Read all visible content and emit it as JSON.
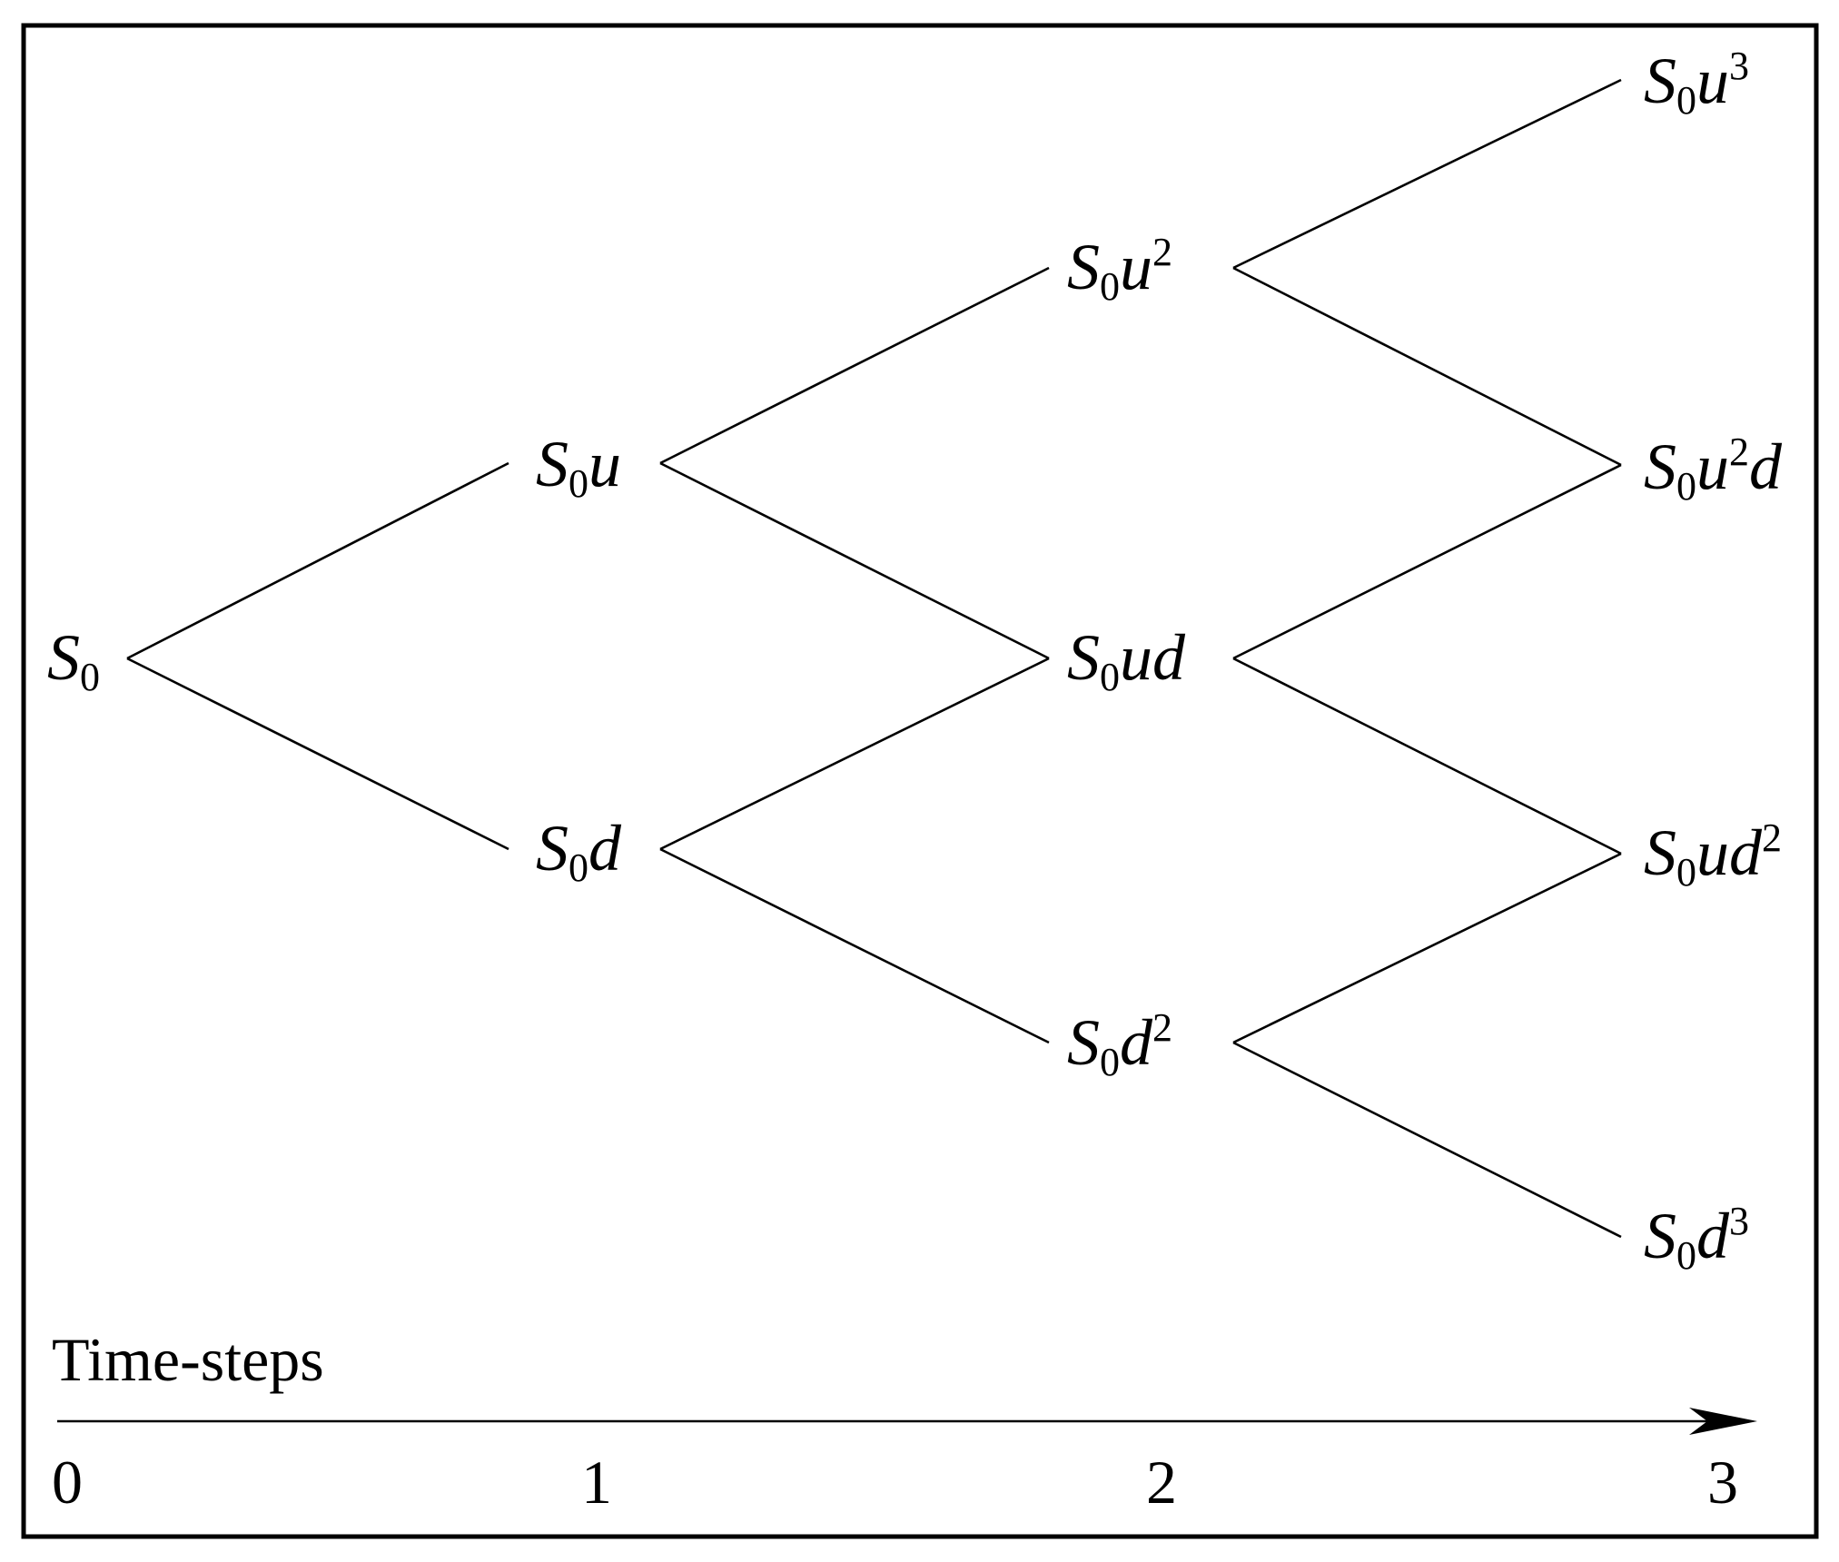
{
  "nodes": [
    {
      "id": "n0",
      "base": "S",
      "sub": "0",
      "tail": [],
      "step": 0
    },
    {
      "id": "n1u",
      "base": "S",
      "sub": "0",
      "tail": [
        {
          "t": "u"
        }
      ],
      "step": 1
    },
    {
      "id": "n1d",
      "base": "S",
      "sub": "0",
      "tail": [
        {
          "t": "d"
        }
      ],
      "step": 1
    },
    {
      "id": "n2uu",
      "base": "S",
      "sub": "0",
      "tail": [
        {
          "t": "u"
        },
        {
          "t": "2",
          "sup": true
        }
      ],
      "step": 2
    },
    {
      "id": "n2ud",
      "base": "S",
      "sub": "0",
      "tail": [
        {
          "t": "ud"
        }
      ],
      "step": 2
    },
    {
      "id": "n2dd",
      "base": "S",
      "sub": "0",
      "tail": [
        {
          "t": "d"
        },
        {
          "t": "2",
          "sup": true
        }
      ],
      "step": 2
    },
    {
      "id": "n3uuu",
      "base": "S",
      "sub": "0",
      "tail": [
        {
          "t": "u"
        },
        {
          "t": "3",
          "sup": true
        }
      ],
      "step": 3
    },
    {
      "id": "n3uud",
      "base": "S",
      "sub": "0",
      "tail": [
        {
          "t": "u"
        },
        {
          "t": "2",
          "sup": true
        },
        {
          "t": "d"
        }
      ],
      "step": 3
    },
    {
      "id": "n3udd",
      "base": "S",
      "sub": "0",
      "tail": [
        {
          "t": "ud"
        },
        {
          "t": "2",
          "sup": true
        }
      ],
      "step": 3
    },
    {
      "id": "n3ddd",
      "base": "S",
      "sub": "0",
      "tail": [
        {
          "t": "d"
        },
        {
          "t": "3",
          "sup": true
        }
      ],
      "step": 3
    }
  ],
  "edges": [
    [
      "n0",
      "n1u"
    ],
    [
      "n0",
      "n1d"
    ],
    [
      "n1u",
      "n2uu"
    ],
    [
      "n1u",
      "n2ud"
    ],
    [
      "n1d",
      "n2ud"
    ],
    [
      "n1d",
      "n2dd"
    ],
    [
      "n2uu",
      "n3uuu"
    ],
    [
      "n2uu",
      "n3uud"
    ],
    [
      "n2ud",
      "n3uud"
    ],
    [
      "n2ud",
      "n3udd"
    ],
    [
      "n2dd",
      "n3udd"
    ],
    [
      "n2dd",
      "n3ddd"
    ]
  ],
  "axis": {
    "label": "Time-steps",
    "ticks": [
      "0",
      "1",
      "2",
      "3"
    ]
  }
}
